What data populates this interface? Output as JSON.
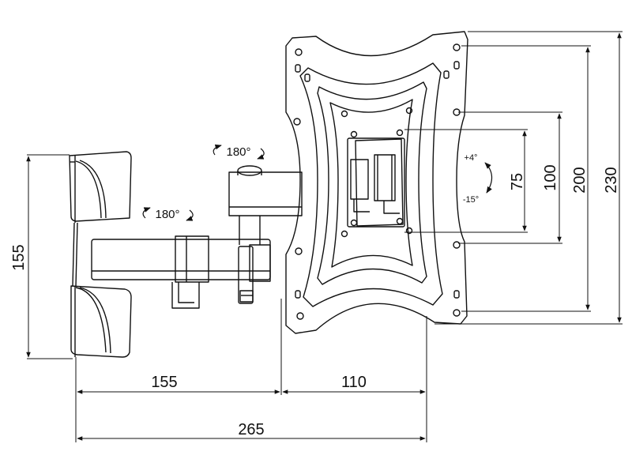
{
  "dimensions": {
    "arm_length": "155",
    "plate_depth": "110",
    "total_depth": "265",
    "wall_plate_height": "155",
    "vesa_75": "75",
    "vesa_100": "100",
    "vesa_200": "200",
    "plate_height": "230"
  },
  "rotation": {
    "top_swivel": "180°",
    "arm_swivel": "180°",
    "tilt_up": "+4°",
    "tilt_down": "-15°"
  }
}
